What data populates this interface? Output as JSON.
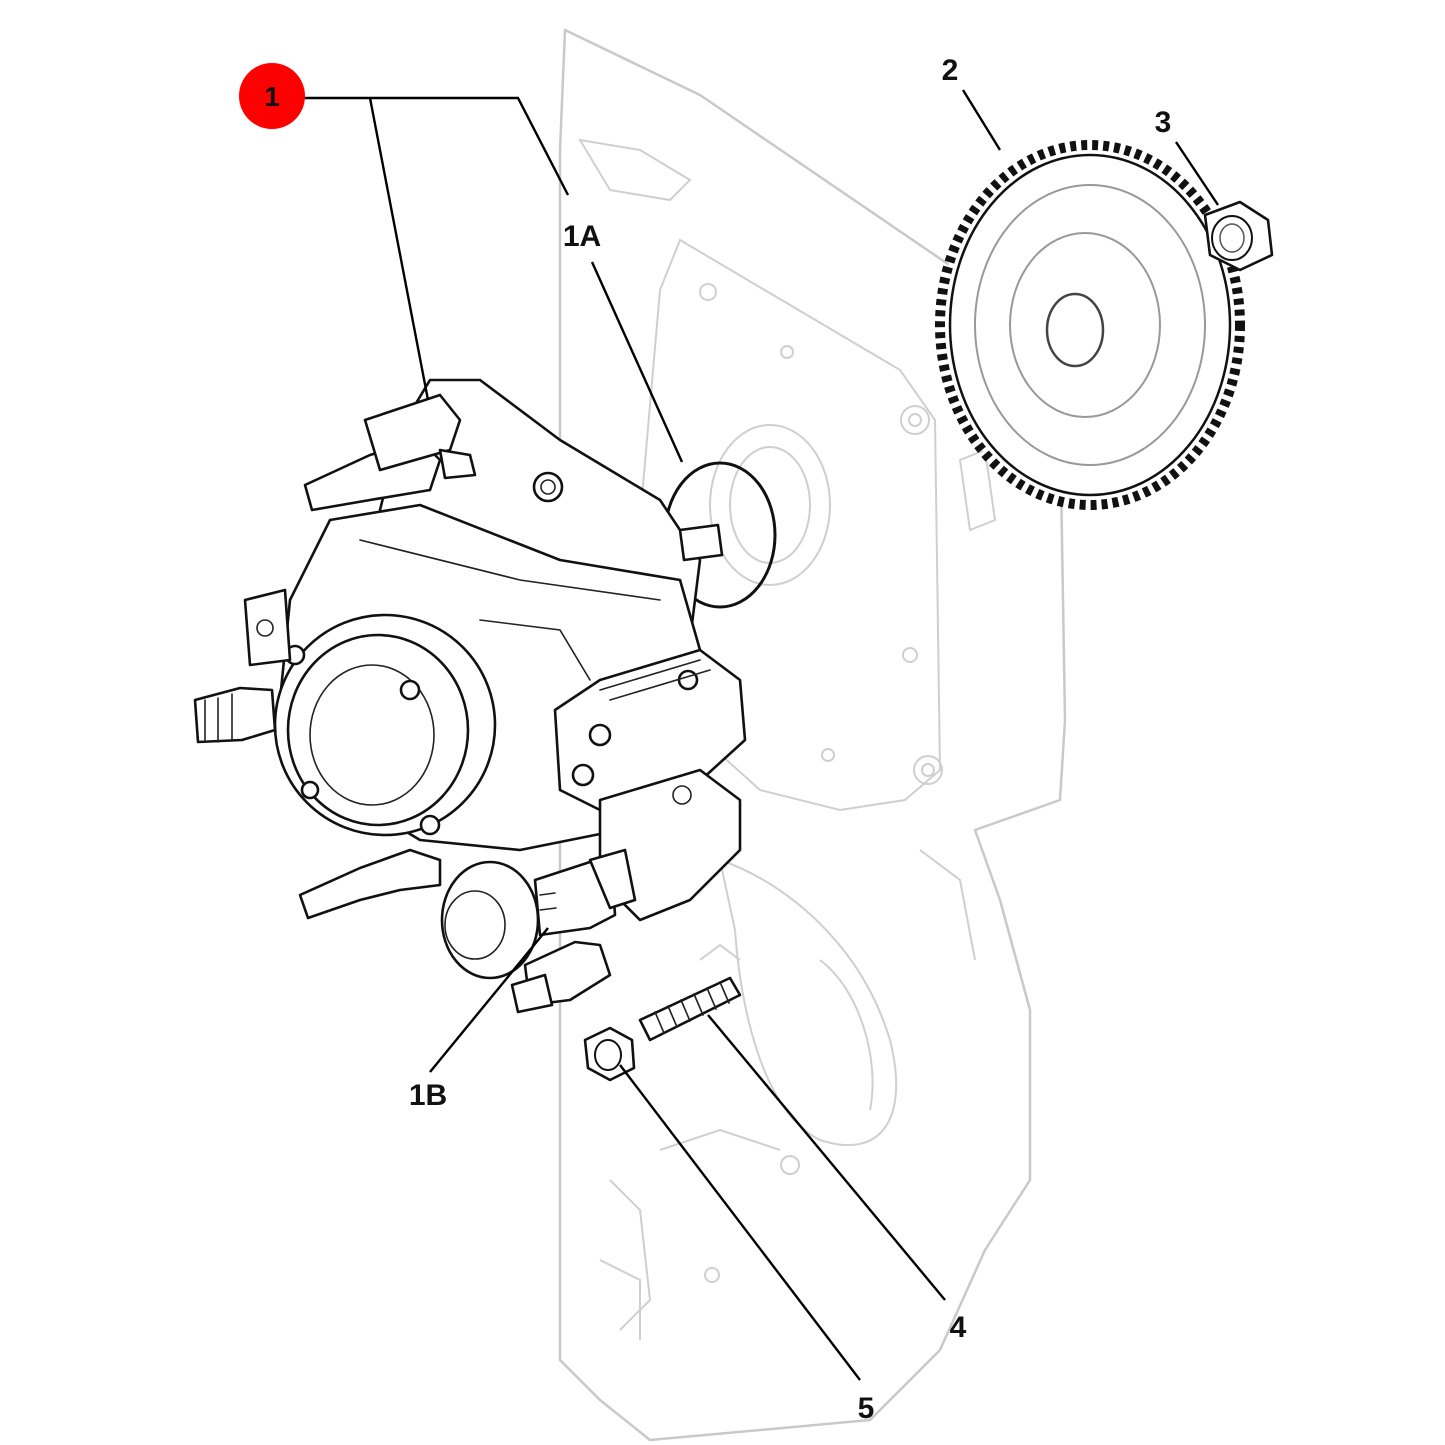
{
  "callouts": {
    "c1": {
      "label": "1",
      "badge_color": "#ff0000"
    },
    "c1a": {
      "label": "1A"
    },
    "c1b": {
      "label": "1B"
    },
    "c2": {
      "label": "2"
    },
    "c3": {
      "label": "3"
    },
    "c4": {
      "label": "4"
    },
    "c5": {
      "label": "5"
    }
  },
  "colors": {
    "line": "#111111",
    "housing_line": "#c9c9c9",
    "background": "#ffffff"
  }
}
